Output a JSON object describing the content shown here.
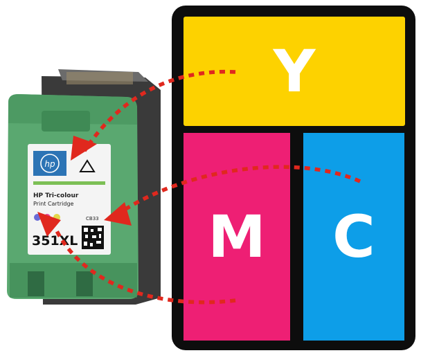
{
  "panel": {
    "blocks": [
      {
        "letter": "Y",
        "name": "yellow",
        "color": "#fdd200"
      },
      {
        "letter": "M",
        "name": "magenta",
        "color": "#ee1f74"
      },
      {
        "letter": "C",
        "name": "cyan",
        "color": "#0d9ee8"
      }
    ]
  },
  "cartridge": {
    "brand_logo": "hp",
    "label_title": "HP Tri-colour",
    "label_subtitle": "Print Cartridge",
    "model": "351XL",
    "code": "CB33",
    "colors": {
      "body": "#5aa870",
      "body_dark": "#356b46",
      "label": "#f4f4f4",
      "logo_blue": "#2c74b5"
    }
  },
  "arrows": {
    "color": "#e0281e"
  }
}
